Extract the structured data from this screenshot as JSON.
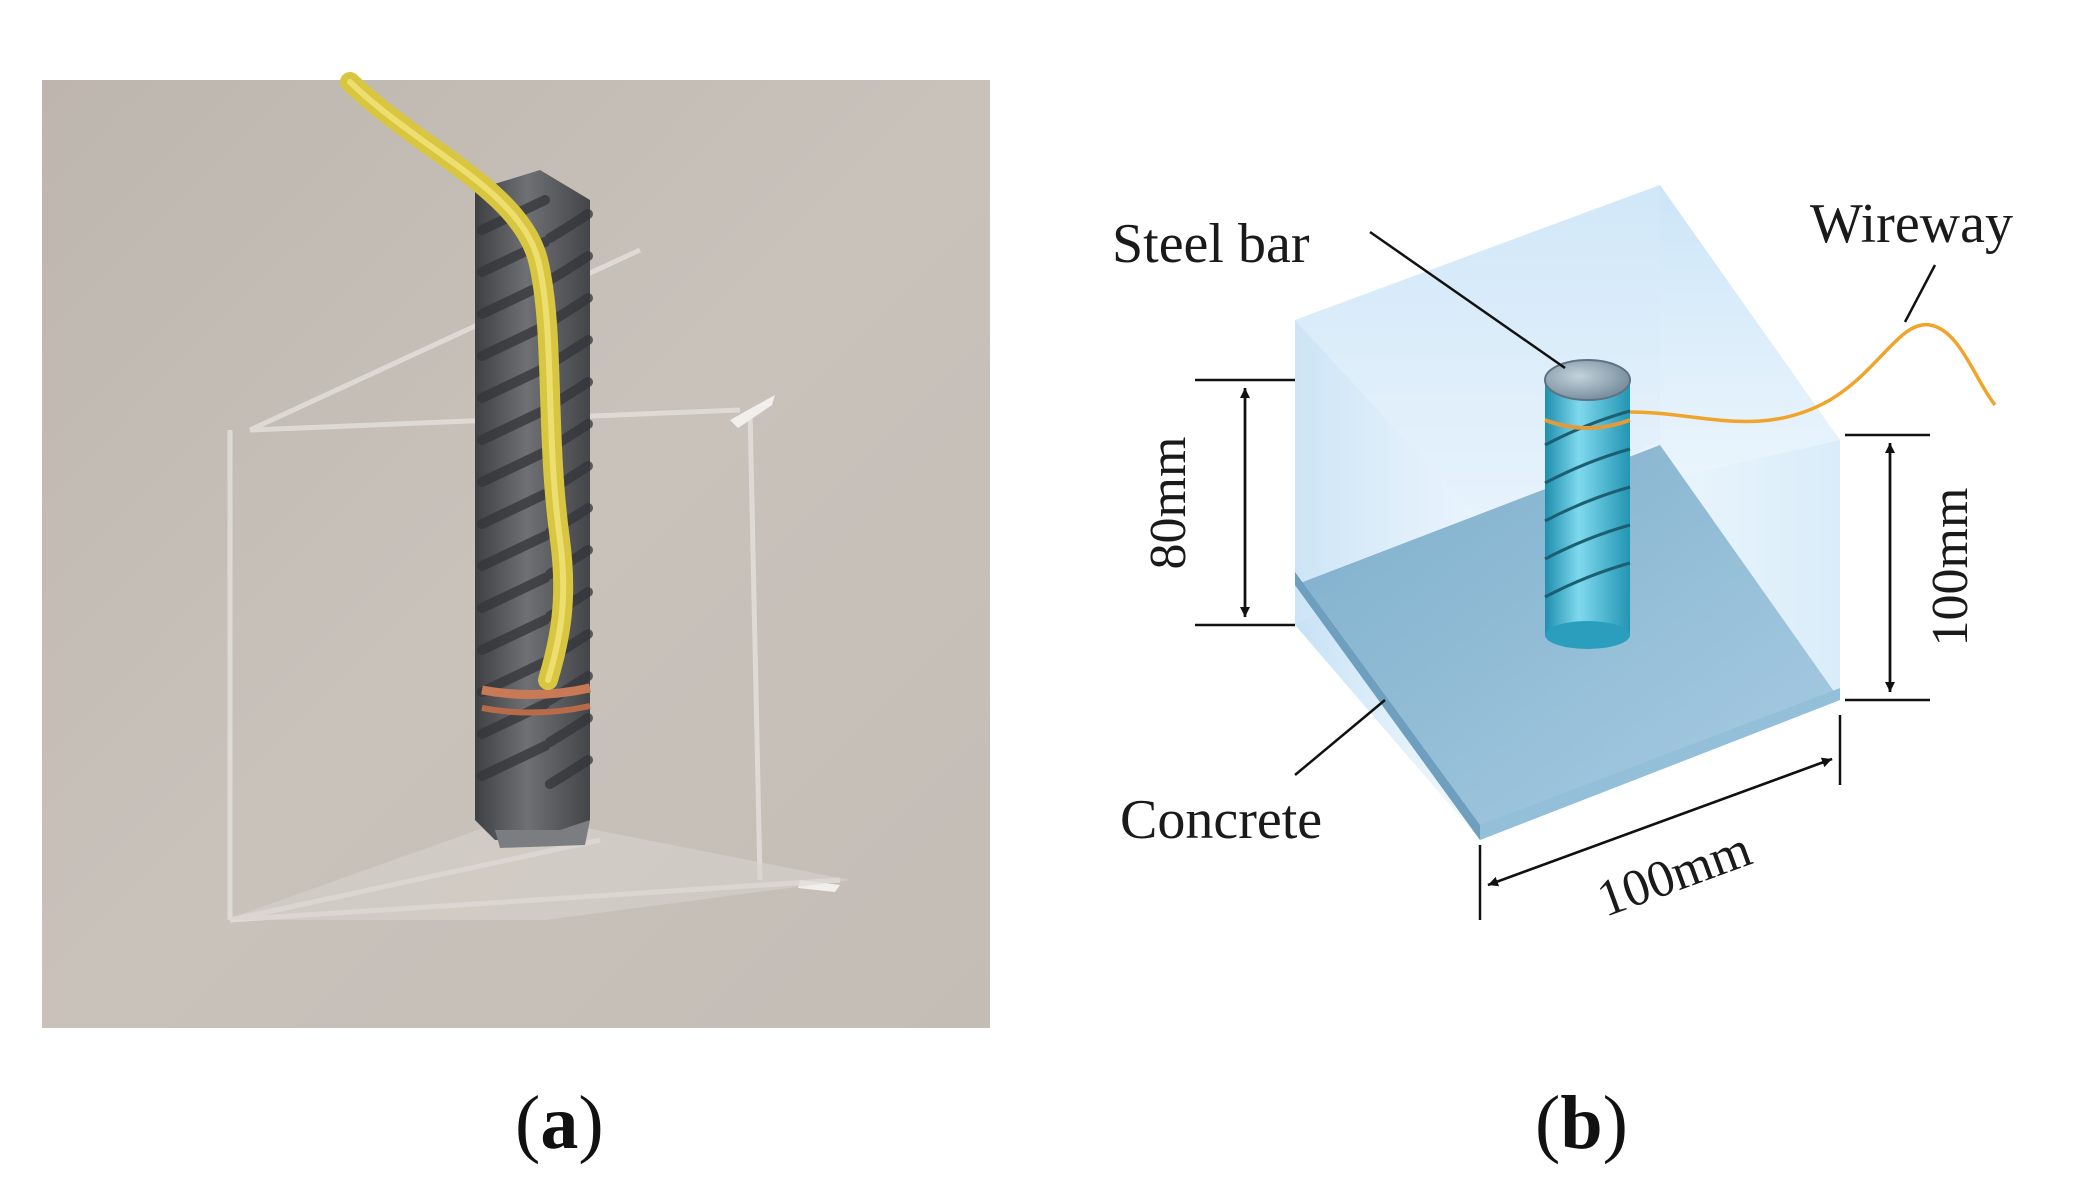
{
  "panel_a": {
    "caption_open": "(",
    "caption_letter": "a",
    "caption_close": ")"
  },
  "panel_b": {
    "caption_open": "(",
    "caption_letter": "b",
    "caption_close": ")",
    "labels": {
      "steel_bar": "Steel bar",
      "wireway": "Wireway",
      "concrete": "Concrete",
      "height_bar": "80mm",
      "height_block": "100mm",
      "width_block": "100mm"
    }
  },
  "colors": {
    "rebar": "#5d5f62",
    "wire": "#e6d64a",
    "copper_band": "#c9764e",
    "block_glass": "#cfe6f7",
    "block_base": "#8fb9d4",
    "bar_cyan": "#3fb6d2",
    "wire_orange": "#f0a52a"
  }
}
